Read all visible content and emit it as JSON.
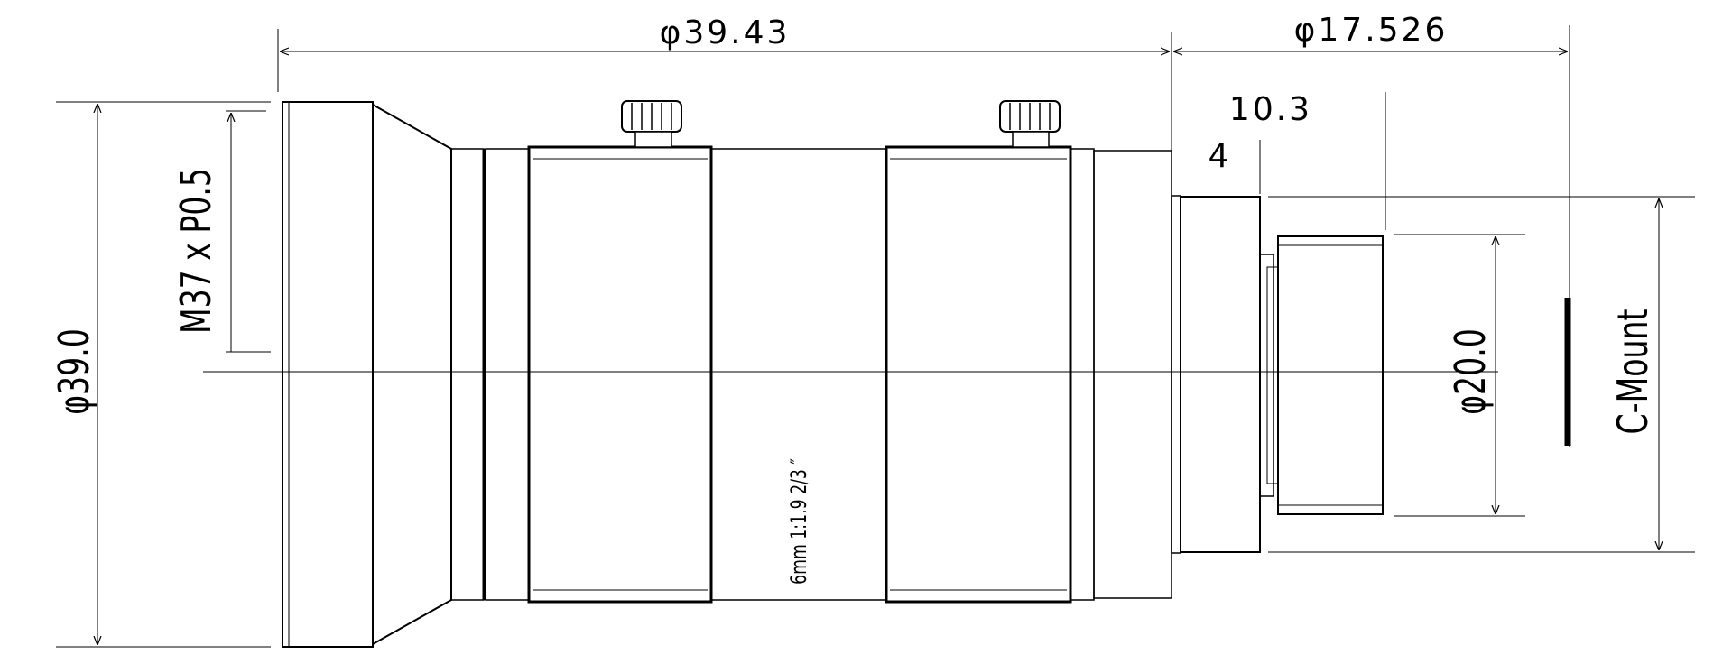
{
  "dimensions": {
    "total_length": "φ39.43",
    "rear_length": "φ17.526",
    "mount_depth": "10.3",
    "flange_step": "4",
    "front_diameter": "φ39.0",
    "filter_thread": "M37 x P0.5",
    "rear_diameter": "φ20.0",
    "mount_type": "C-Mount"
  },
  "barrel_marking": "6mm  1:1.9  2/3 ″"
}
